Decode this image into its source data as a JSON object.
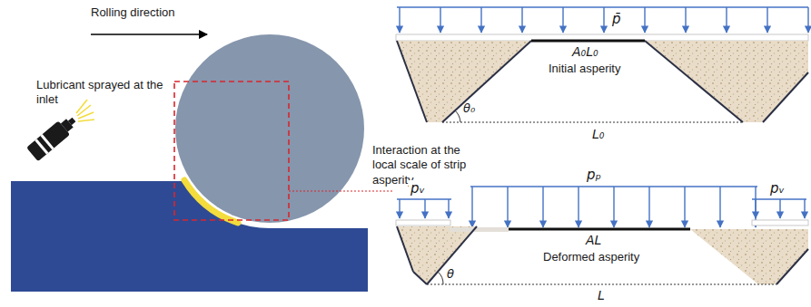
{
  "diagram": {
    "labels": [
      "Rolling direction",
      "Lubricant sprayed at the inlet",
      "Interaction at the local scale of strip asperity",
      "p̄",
      "A₀L₀",
      "Initial asperity",
      "θ₀",
      "L₀",
      "pₚ",
      "pᵥ",
      "pᵥ",
      "AL",
      "Deformed asperity",
      "θ",
      "L"
    ]
  }
}
